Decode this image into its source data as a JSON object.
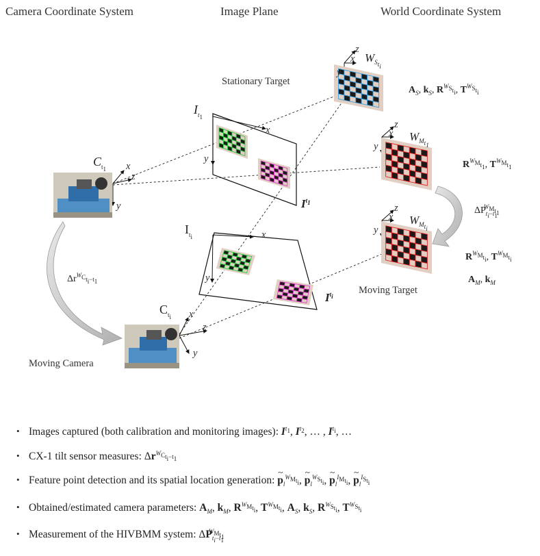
{
  "headers": {
    "camera": "Camera Coordinate System",
    "image": "Image Plane",
    "world": "World Coordinate System"
  },
  "labels": {
    "stationary_target": "Stationary Target",
    "moving_target": "Moving Target",
    "moving_camera": "Moving Camera",
    "axis_x": "x",
    "axis_y": "y",
    "axis_z": "z",
    "c_t1": "C",
    "c_t1_sub": "t",
    "c_t1_subsub": "1",
    "c_ti": "C",
    "c_ti_sub": "t",
    "c_ti_subsub": "i",
    "i_t1": "I",
    "i_ti": "I",
    "img_t1_label": "I",
    "img_ti_label": "I",
    "ws_label": "W",
    "wm1_label": "W",
    "wmi_label": "W",
    "delta_r": "Δr",
    "delta_p": "ΔP"
  },
  "math": {
    "stationary_params": "A_S, k_S, R^{W_{St_i}}, T^{W_{St_i}}",
    "moving_t1_params": "R^{W_{Mt_1}}, T^{W_{Mt_1}}",
    "delta_p_label": "ΔP_{t_i-t_1}^{W_{Mt_1}}",
    "moving_ti_params": "R^{W_{Mt_i}}, T^{W_{Mt_i}}",
    "moving_intrinsics": "A_M, k_M"
  },
  "bullets": [
    "Images captured (both calibration and monitoring images):",
    "CX-1 tilt sensor measures:",
    "Feature point detection and its spatial location generation:",
    "Obtained/estimated camera parameters:",
    "Measurement of the HIVBMM system:"
  ],
  "colors": {
    "board_bg": "#e2cfc4",
    "green": "#2ecc40",
    "magenta": "#e040c8",
    "blue": "#3aa0e0",
    "red": "#e02020",
    "arrow_gray": "#c8c8c8"
  }
}
